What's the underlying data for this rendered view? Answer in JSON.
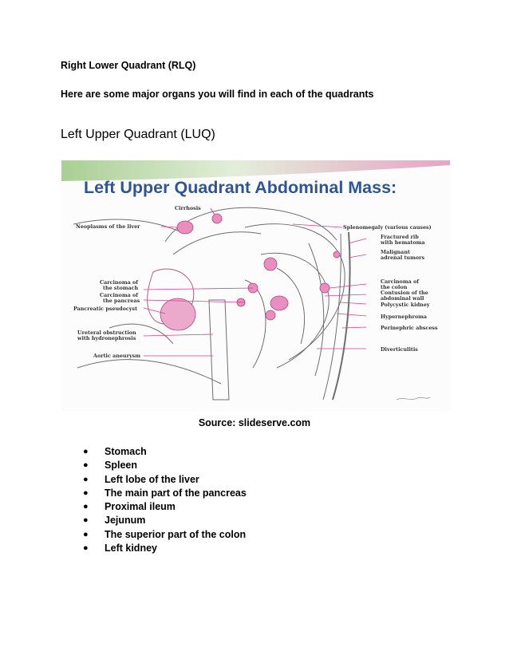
{
  "text": {
    "rlq_heading": "Right Lower Quadrant (RLQ)",
    "intro": "Here are some major organs you will find in each of the  quadrants",
    "luq_heading": "Left Upper Quadrant (LUQ)",
    "caption": "Source: slideserve.com"
  },
  "figure": {
    "title": "Left Upper Quadrant Abdominal Mass:",
    "labels_left": [
      "Cirrhosis",
      "Neoplasms of the liver",
      "Carcinoma of",
      "the stomach",
      "Carcinoma of",
      "the pancreas",
      "Pancreatic pseudocyst",
      "Ureteral obstruction",
      "with hydronephrosis",
      "Aortic aneurysm"
    ],
    "labels_right": [
      "Splenomegaly (various causes)",
      "Fractured rib",
      "with hematoma",
      "Malignant",
      "adrenal tumors",
      "Carcinoma of",
      "the colon",
      "Contusion of the",
      "abdominal wall",
      "Polycystic kidney",
      "Hypernephroma",
      "Perinephric abscess",
      "Diverticulitis"
    ],
    "colors": {
      "title": "#2f5596",
      "accent": "#d63c8f",
      "band_green": "#9bc48a",
      "band_pink": "#e6a4c6"
    }
  },
  "organs": {
    "bullet": "●",
    "items": [
      "Stomach",
      "Spleen",
      "Left lobe of the liver",
      "The main part of the pancreas",
      "Proximal ileum",
      "Jejunum",
      "The superior part of the colon",
      "Left kidney"
    ]
  }
}
